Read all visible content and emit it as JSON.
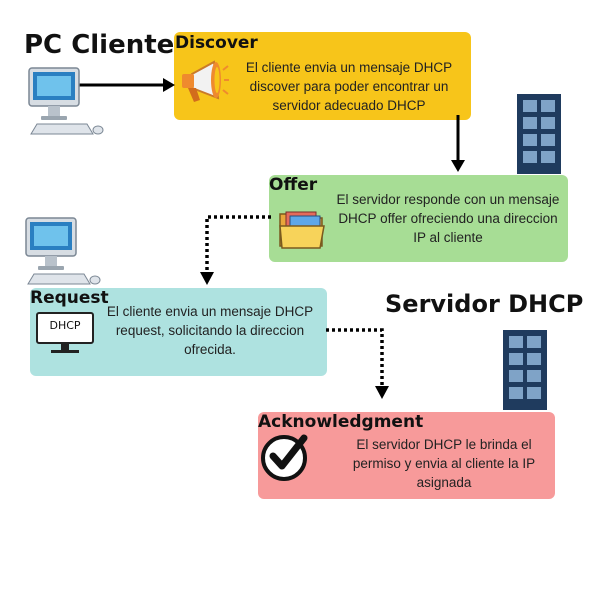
{
  "titles": {
    "client": "PC Cliente",
    "server": "Servidor DHCP"
  },
  "steps": [
    {
      "title": "Discover",
      "text": "El cliente envia un mensaje DHCP discover para poder encontrar un servidor adecuado DHCP",
      "color": "#f7c51a",
      "icon": "megaphone-icon"
    },
    {
      "title": "Offer",
      "text": "El servidor responde con un mensaje DHCP offer ofreciendo una direccion IP al cliente",
      "color": "#a7dd95",
      "icon": "folder-icon"
    },
    {
      "title": "Request",
      "text": "El cliente envia un mensaje DHCP request, solicitando la direccion ofrecida.",
      "color": "#aee2e0",
      "icon": "monitor-icon",
      "icon_label": "DHCP"
    },
    {
      "title": "Acknowledgment",
      "text": "El servidor DHCP le brinda el permiso y envia al cliente la IP asignada",
      "color": "#f79a9a",
      "icon": "checkmark-icon"
    }
  ]
}
